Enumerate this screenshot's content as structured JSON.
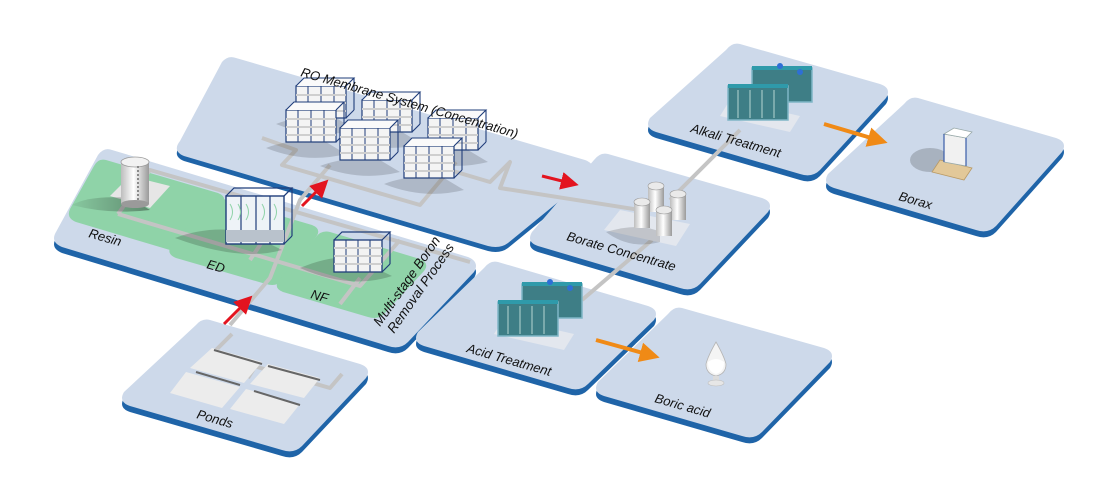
{
  "diagram": {
    "title": "Boron recovery process flow",
    "colors": {
      "platform_top": "#cdd9ea",
      "platform_edge": "#1f64a8",
      "zone_green": "#8fd3a8",
      "pipe": "#c9c9c9",
      "flow_arrow_red": "#e3141f",
      "product_arrow_orange": "#f08a16"
    },
    "stages": {
      "ponds": {
        "label": "Ponds"
      },
      "boron_removal": {
        "label_line1": "Multi-stage Boron",
        "label_line2": "Removal Process",
        "zones": [
          {
            "label": "Resin"
          },
          {
            "label": "ED"
          },
          {
            "label": "NF"
          }
        ]
      },
      "ro": {
        "label": "RO Membrane System (Concentration)"
      },
      "borate": {
        "label": "Borate Concentrate"
      },
      "alkali": {
        "label": "Alkali Treatment"
      },
      "acid": {
        "label": "Acid Treatment"
      },
      "borax": {
        "label": "Borax"
      },
      "boric_acid": {
        "label": "Boric acid"
      }
    },
    "flows": [
      {
        "from": "Ponds",
        "to": "Multi-stage Boron Removal Process",
        "type": "process"
      },
      {
        "from": "Multi-stage Boron Removal Process",
        "to": "RO Membrane System (Concentration)",
        "type": "process"
      },
      {
        "from": "RO Membrane System (Concentration)",
        "to": "Borate Concentrate",
        "type": "process"
      },
      {
        "from": "Borate Concentrate",
        "to": "Alkali Treatment",
        "type": "pipe"
      },
      {
        "from": "Borate Concentrate",
        "to": "Acid Treatment",
        "type": "pipe"
      },
      {
        "from": "Alkali Treatment",
        "to": "Borax",
        "type": "product"
      },
      {
        "from": "Acid Treatment",
        "to": "Boric acid",
        "type": "product"
      }
    ]
  }
}
